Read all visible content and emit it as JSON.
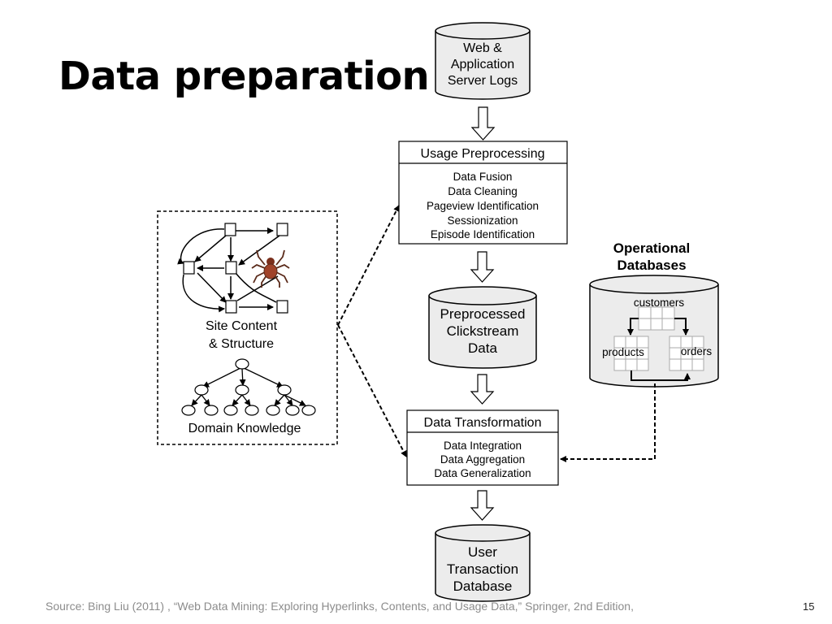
{
  "slide": {
    "title": "Data preparation",
    "source": "Source: Bing Liu (2011) , “Web Data Mining: Exploring Hyperlinks, Contents, and Usage Data,” Springer, 2nd Edition,",
    "page_number": "15"
  },
  "diagram": {
    "logs": [
      "Web &",
      "Application",
      "Server Logs"
    ],
    "usage_preprocessing": {
      "header": "Usage Preprocessing",
      "items": [
        "Data Fusion",
        "Data Cleaning",
        "Pageview Identification",
        "Sessionization",
        "Episode Identification"
      ]
    },
    "clickstream": [
      "Preprocessed",
      "Clickstream",
      "Data"
    ],
    "transformation": {
      "header": "Data Transformation",
      "items": [
        "Data Integration",
        "Data Aggregation",
        "Data Generalization"
      ]
    },
    "user_db": [
      "User",
      "Transaction",
      "Database"
    ],
    "site_content": [
      "Site Content",
      "& Structure"
    ],
    "domain_knowledge": "Domain Knowledge",
    "operational": {
      "title": [
        "Operational",
        "Databases"
      ],
      "customers": "customers",
      "products": "products",
      "orders": "orders"
    }
  }
}
